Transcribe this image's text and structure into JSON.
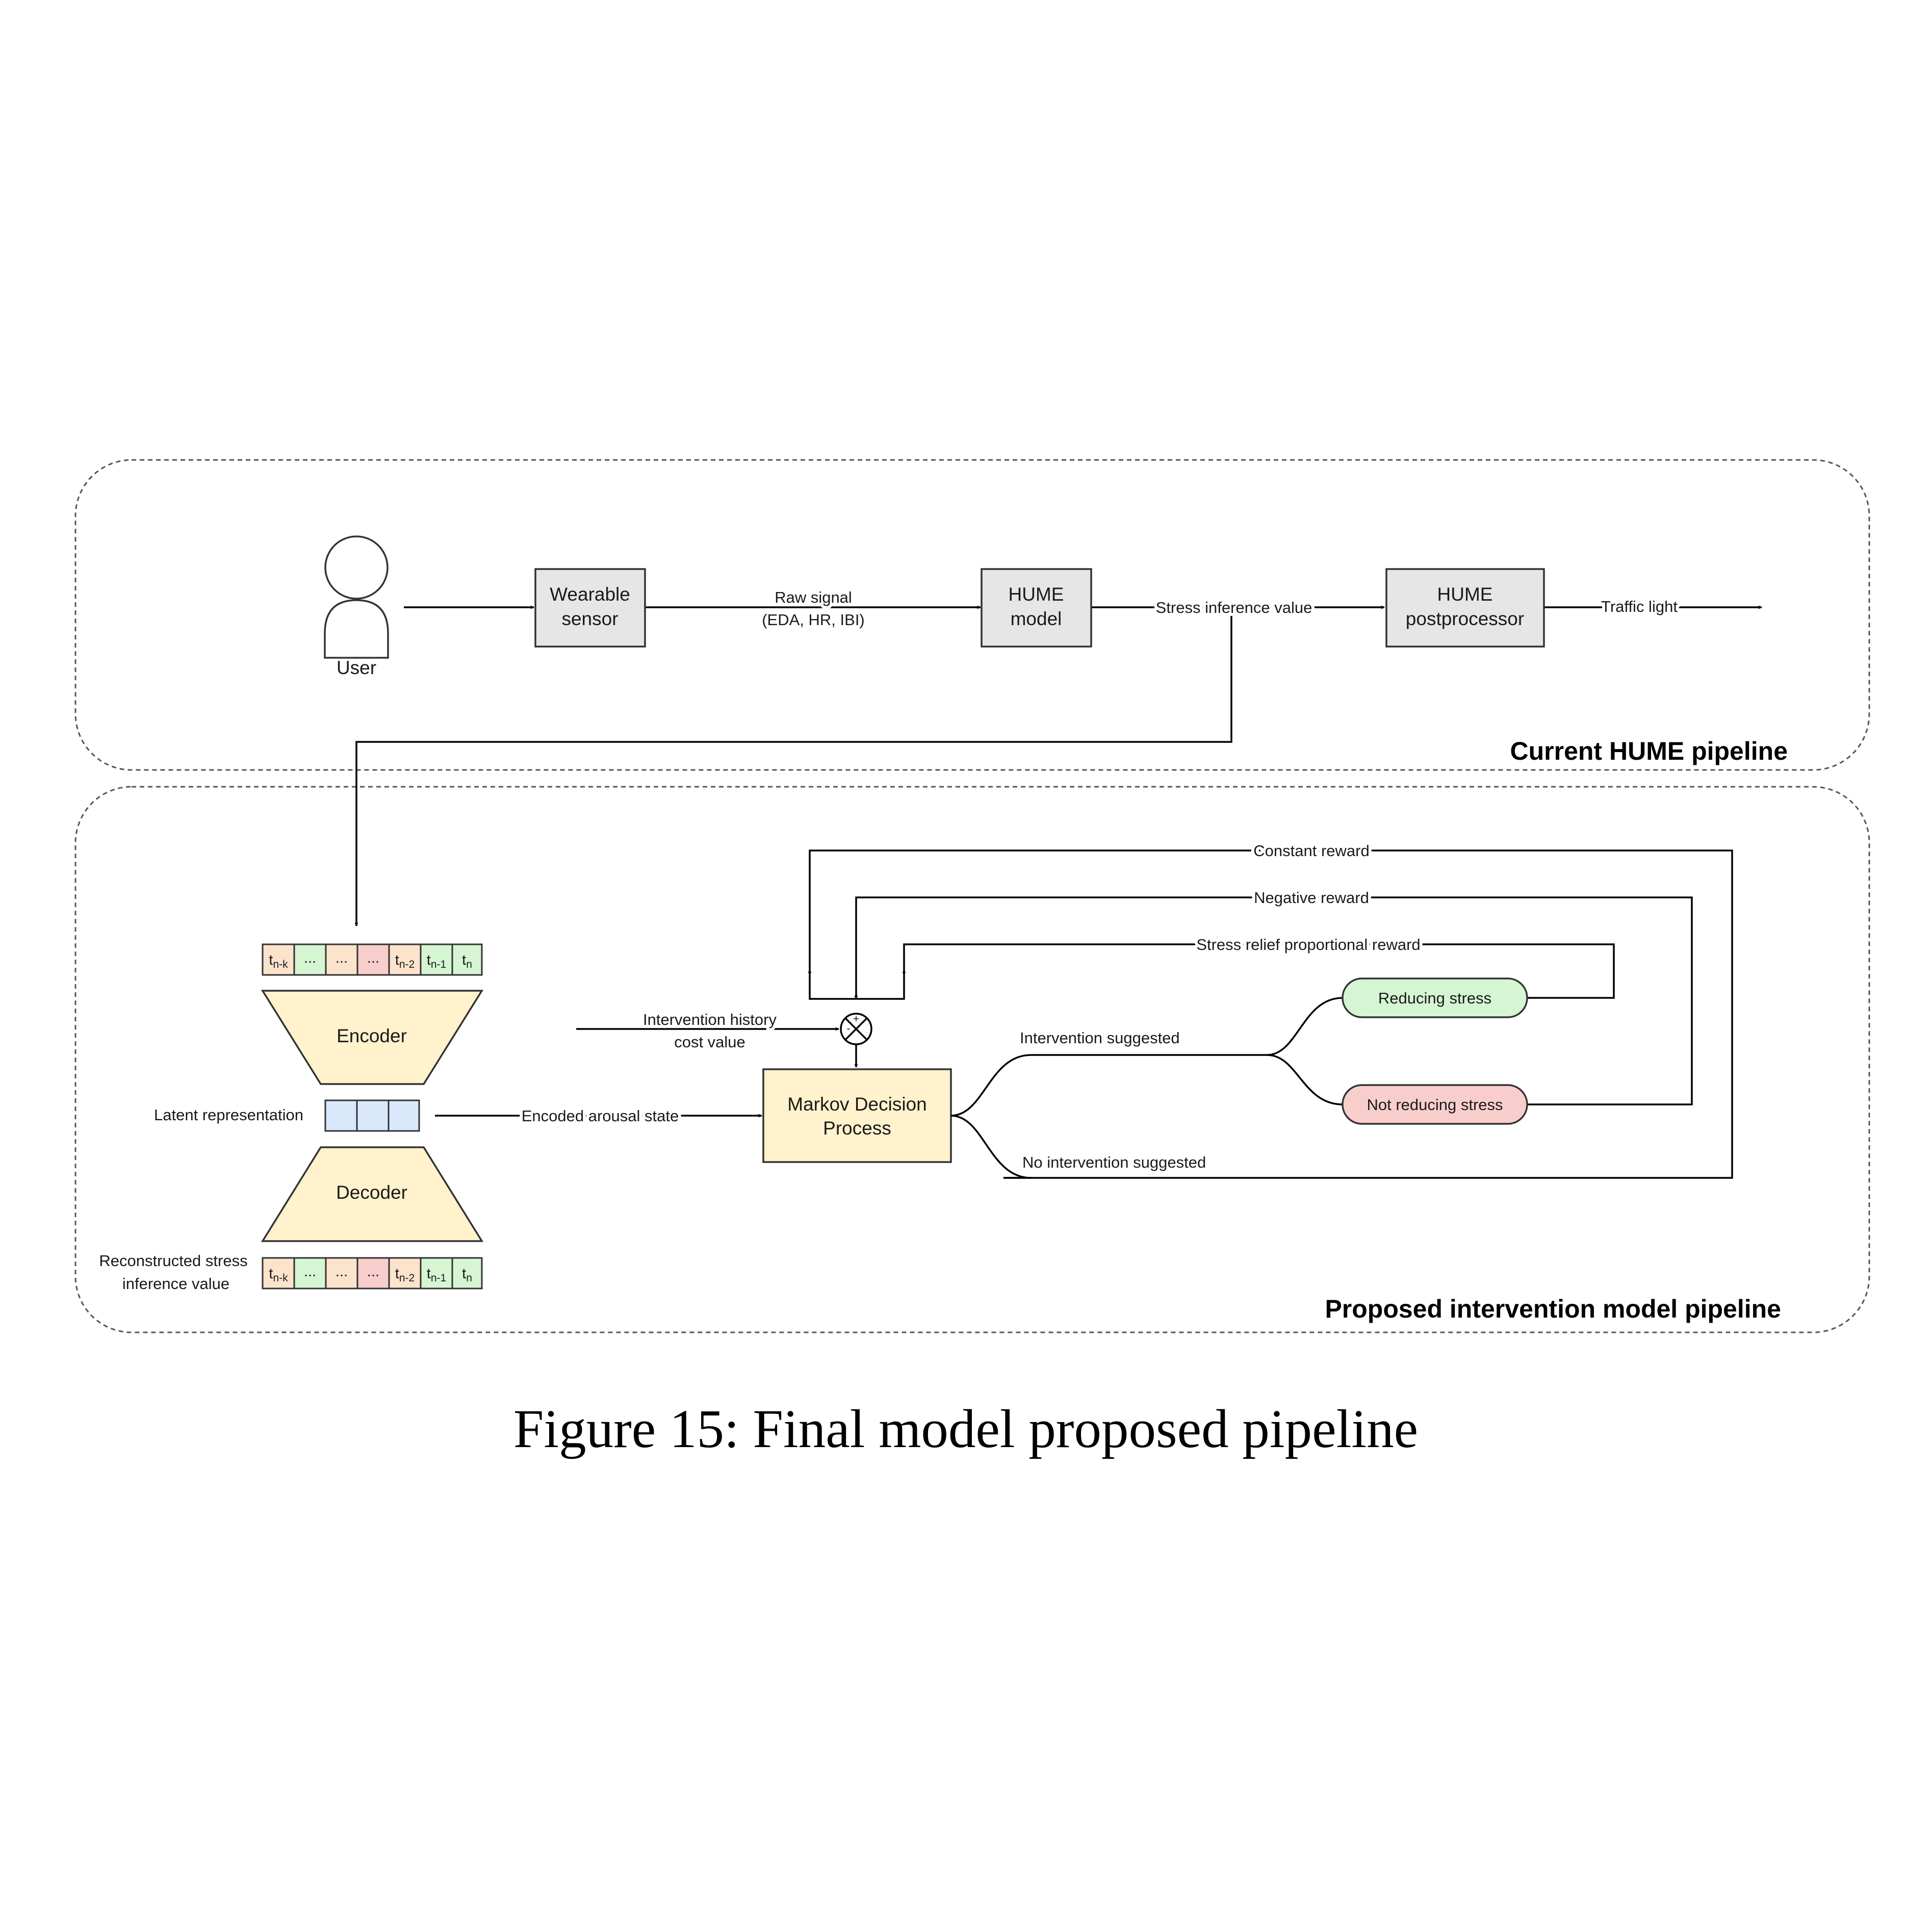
{
  "figure": {
    "caption": "Figure 15: Final model proposed pipeline"
  },
  "current_pipeline": {
    "title": "Current HUME pipeline",
    "user_label": "User",
    "wearable": [
      "Wearable",
      "sensor"
    ],
    "raw_signal": [
      "Raw signal",
      "(EDA, HR, IBI)"
    ],
    "hume_model": [
      "HUME",
      "model"
    ],
    "stress_inference": "Stress inference value",
    "postprocessor": [
      "HUME",
      "postprocessor"
    ],
    "traffic_light": "Traffic light"
  },
  "proposed_pipeline": {
    "title": "Proposed intervention model pipeline",
    "sequence_cells": [
      "t",
      "...",
      "...",
      "...",
      "t",
      "t",
      "t"
    ],
    "sequence_subscripts": [
      "n-k",
      "",
      "",
      "",
      "n-2",
      "n-1",
      "n"
    ],
    "encoder": "Encoder",
    "decoder": "Decoder",
    "latent_label": "Latent representation",
    "reconstructed_label": [
      "Reconstructed stress",
      "inference value"
    ],
    "encoded_state": "Encoded arousal state",
    "intervention_history": [
      "Intervention history",
      "cost value"
    ],
    "mdp": [
      "Markov Decision",
      "Process"
    ],
    "intervention_suggested": "Intervention suggested",
    "no_intervention": "No intervention suggested",
    "reducing": "Reducing stress",
    "not_reducing": "Not reducing stress",
    "constant_reward": "Constant reward",
    "negative_reward": "Negative reward",
    "relief_reward": "Stress relief proportional reward",
    "combiner_signs": [
      "+",
      "-"
    ]
  },
  "colors": {
    "box_gray": "#e6e6e6",
    "trapezoid_yellow": "#fff2cc",
    "mdp_yellow": "#fff2cc",
    "latent_blue": "#dae8fc",
    "reducing_green": "#d5f5d3",
    "not_reducing_red": "#f8cecc",
    "cell_orange": "#fbe3cc",
    "cell_green": "#d5f5d3",
    "cell_red": "#f8cecc"
  }
}
